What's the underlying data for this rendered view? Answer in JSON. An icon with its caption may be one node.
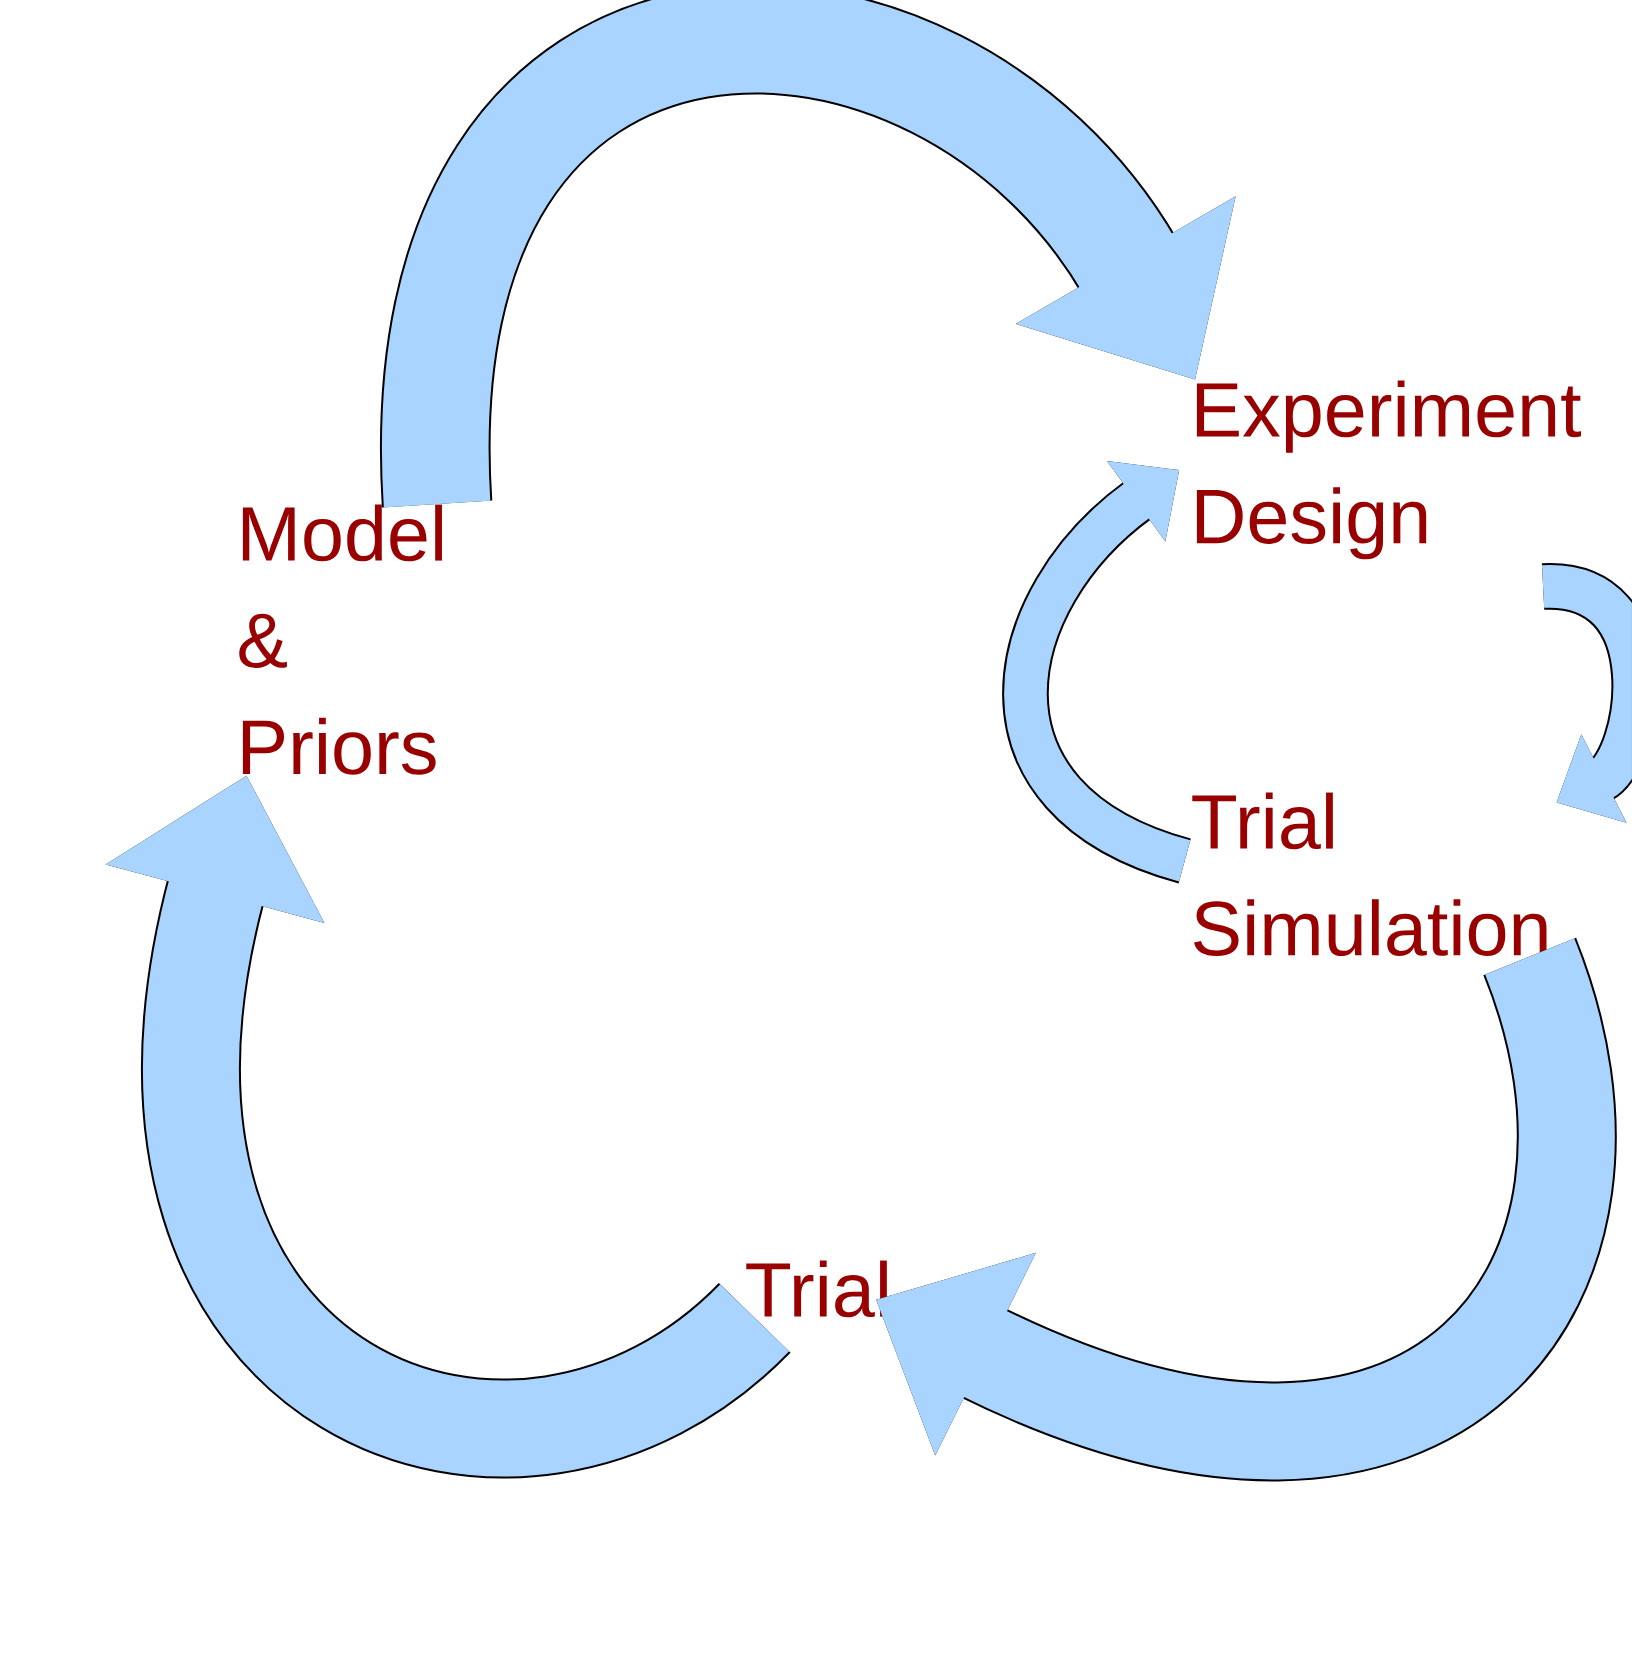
{
  "diagram": {
    "nodes": [
      {
        "text": [
          "Model & Priors"
        ]
      },
      {
        "text": [
          "Experiment Design"
        ]
      },
      {
        "text": [
          "Trial Simulation"
        ]
      },
      {
        "text": [
          "Trial"
        ]
      }
    ],
    "edges": [
      {
        "from": 0,
        "to": 1,
        "arrow": "to"
      },
      {
        "from": 1,
        "to": 2,
        "arrow": "to"
      },
      {
        "from": 2,
        "to": 1,
        "arrow": "to"
      },
      {
        "from": 2,
        "to": 3,
        "arrow": "to"
      },
      {
        "from": 3,
        "to": 0,
        "arrow": "to"
      }
    ]
  }
}
